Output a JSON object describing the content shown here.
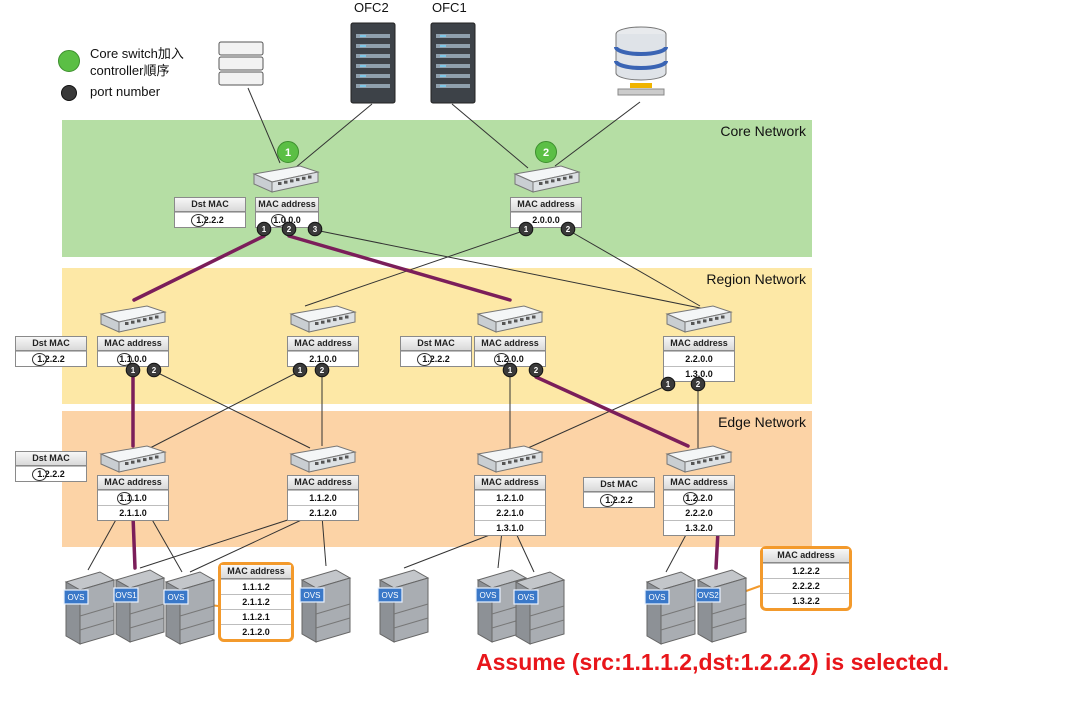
{
  "legend": {
    "core_order": "Core switch加入controller順序",
    "port_number": "port number",
    "core_order_color": "#5bbf45",
    "port_color": "#3a3a3a"
  },
  "servers": {
    "ofc2": "OFC2",
    "ofc1": "OFC1"
  },
  "bands": {
    "core": {
      "label": "Core Network",
      "color": "#b5dea4"
    },
    "region": {
      "label": "Region Network",
      "color": "#fde8a6"
    },
    "edge": {
      "label": "Edge Network",
      "color": "#fcd3a6"
    }
  },
  "path_color": "#7b1e5a",
  "core_switches": [
    {
      "order": "1",
      "mac_header": "MAC address",
      "mac": [
        "1.0.0.0"
      ],
      "ports": [
        "1",
        "2",
        "3"
      ],
      "dst_header": "Dst MAC",
      "dst": "1.2.2.2"
    },
    {
      "order": "2",
      "mac_header": "MAC address",
      "mac": [
        "2.0.0.0"
      ],
      "ports": [
        "1",
        "2"
      ]
    }
  ],
  "region_switches": [
    {
      "mac_header": "MAC address",
      "mac": [
        "1.1.0.0"
      ],
      "ports": [
        "1",
        "2"
      ],
      "dst_header": "Dst MAC",
      "dst": "1.2.2.2"
    },
    {
      "mac_header": "MAC address",
      "mac": [
        "2.1.0.0"
      ],
      "ports": [
        "1",
        "2"
      ]
    },
    {
      "mac_header": "MAC address",
      "mac": [
        "1.2.0.0"
      ],
      "ports": [
        "1",
        "2"
      ],
      "dst_header": "Dst MAC",
      "dst": "1.2.2.2"
    },
    {
      "mac_header": "MAC address",
      "mac": [
        "2.2.0.0",
        "1.3.0.0"
      ],
      "ports": [
        "1",
        "2"
      ]
    }
  ],
  "edge_switches": [
    {
      "mac_header": "MAC address",
      "mac": [
        "1.1.1.0",
        "2.1.1.0"
      ],
      "dst_header": "Dst MAC",
      "dst": "1.2.2.2"
    },
    {
      "mac_header": "MAC address",
      "mac": [
        "1.1.2.0",
        "2.1.2.0"
      ]
    },
    {
      "mac_header": "MAC address",
      "mac": [
        "1.2.1.0",
        "2.2.1.0",
        "1.3.1.0"
      ]
    },
    {
      "mac_header": "MAC address",
      "mac": [
        "1.2.2.0",
        "2.2.2.0",
        "1.3.2.0"
      ],
      "dst_header": "Dst MAC",
      "dst": "1.2.2.2"
    }
  ],
  "hosts": [
    {
      "label": "OVS"
    },
    {
      "label": "OVS1"
    },
    {
      "label": "OVS"
    },
    {
      "label": "OVS"
    },
    {
      "label": "OVS"
    },
    {
      "label": "OVS"
    },
    {
      "label": "OVS"
    },
    {
      "label": "OVS"
    },
    {
      "label": "OVS2"
    }
  ],
  "host_tables": [
    {
      "header": "MAC address",
      "rows": [
        "1.1.1.2",
        "2.1.1.2",
        "1.1.2.1",
        "2.1.2.0"
      ]
    },
    {
      "header": "MAC address",
      "rows": [
        "1.2.2.2",
        "2.2.2.2",
        "1.3.2.2"
      ]
    }
  ],
  "assumption": "Assume (src:1.1.1.2,dst:1.2.2.2) is selected."
}
